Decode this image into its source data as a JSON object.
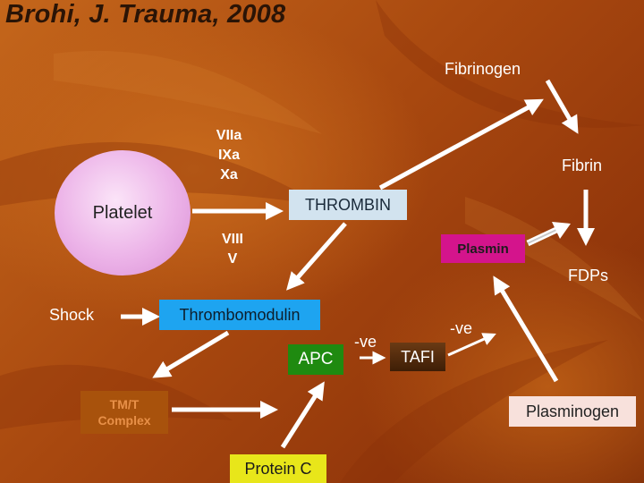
{
  "title": "Brohi, J. Trauma, 2008",
  "nodes": {
    "platelet": "Platelet",
    "thrombin": "THROMBIN",
    "thrombomodulin": "Thrombomodulin",
    "plasmin": "Plasmin",
    "apc": "APC",
    "tafi": "TAFI",
    "tmt_complex_line1": "TM/T",
    "tmt_complex_line2": "Complex",
    "protein_c": "Protein C",
    "plasminogen": "Plasminogen"
  },
  "labels": {
    "fibrinogen": "Fibrinogen",
    "fibrin": "Fibrin",
    "fdps": "FDPs",
    "shock": "Shock",
    "factors_top_1": "VIIa",
    "factors_top_2": "IXa",
    "factors_top_3": "Xa",
    "factors_bottom_1": "VIII",
    "factors_bottom_2": "V",
    "neg_apc_tafi": "-ve",
    "neg_tafi": "-ve"
  },
  "colors": {
    "thrombin_box": "#d2e3ef",
    "thrombomodulin_box": "#1ea4f0",
    "plasmin_box": "#d4148c",
    "apc_box": "#1f8a10",
    "tafi_box": "#5a3010",
    "tmt_box": "#a8520c",
    "protein_c_box": "#e8e61a",
    "plasminogen_box": "#f8e1dc"
  }
}
